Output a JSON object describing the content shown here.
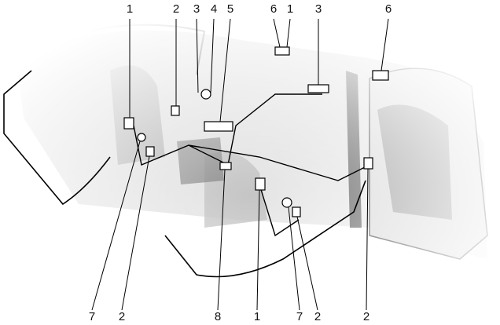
{
  "diagram": {
    "top_callouts": [
      "1",
      "2",
      "3",
      "4",
      "5",
      "6",
      "1",
      "3",
      "6"
    ],
    "bottom_callouts": [
      "7",
      "2",
      "8",
      "1",
      "7",
      "2",
      "2"
    ]
  }
}
